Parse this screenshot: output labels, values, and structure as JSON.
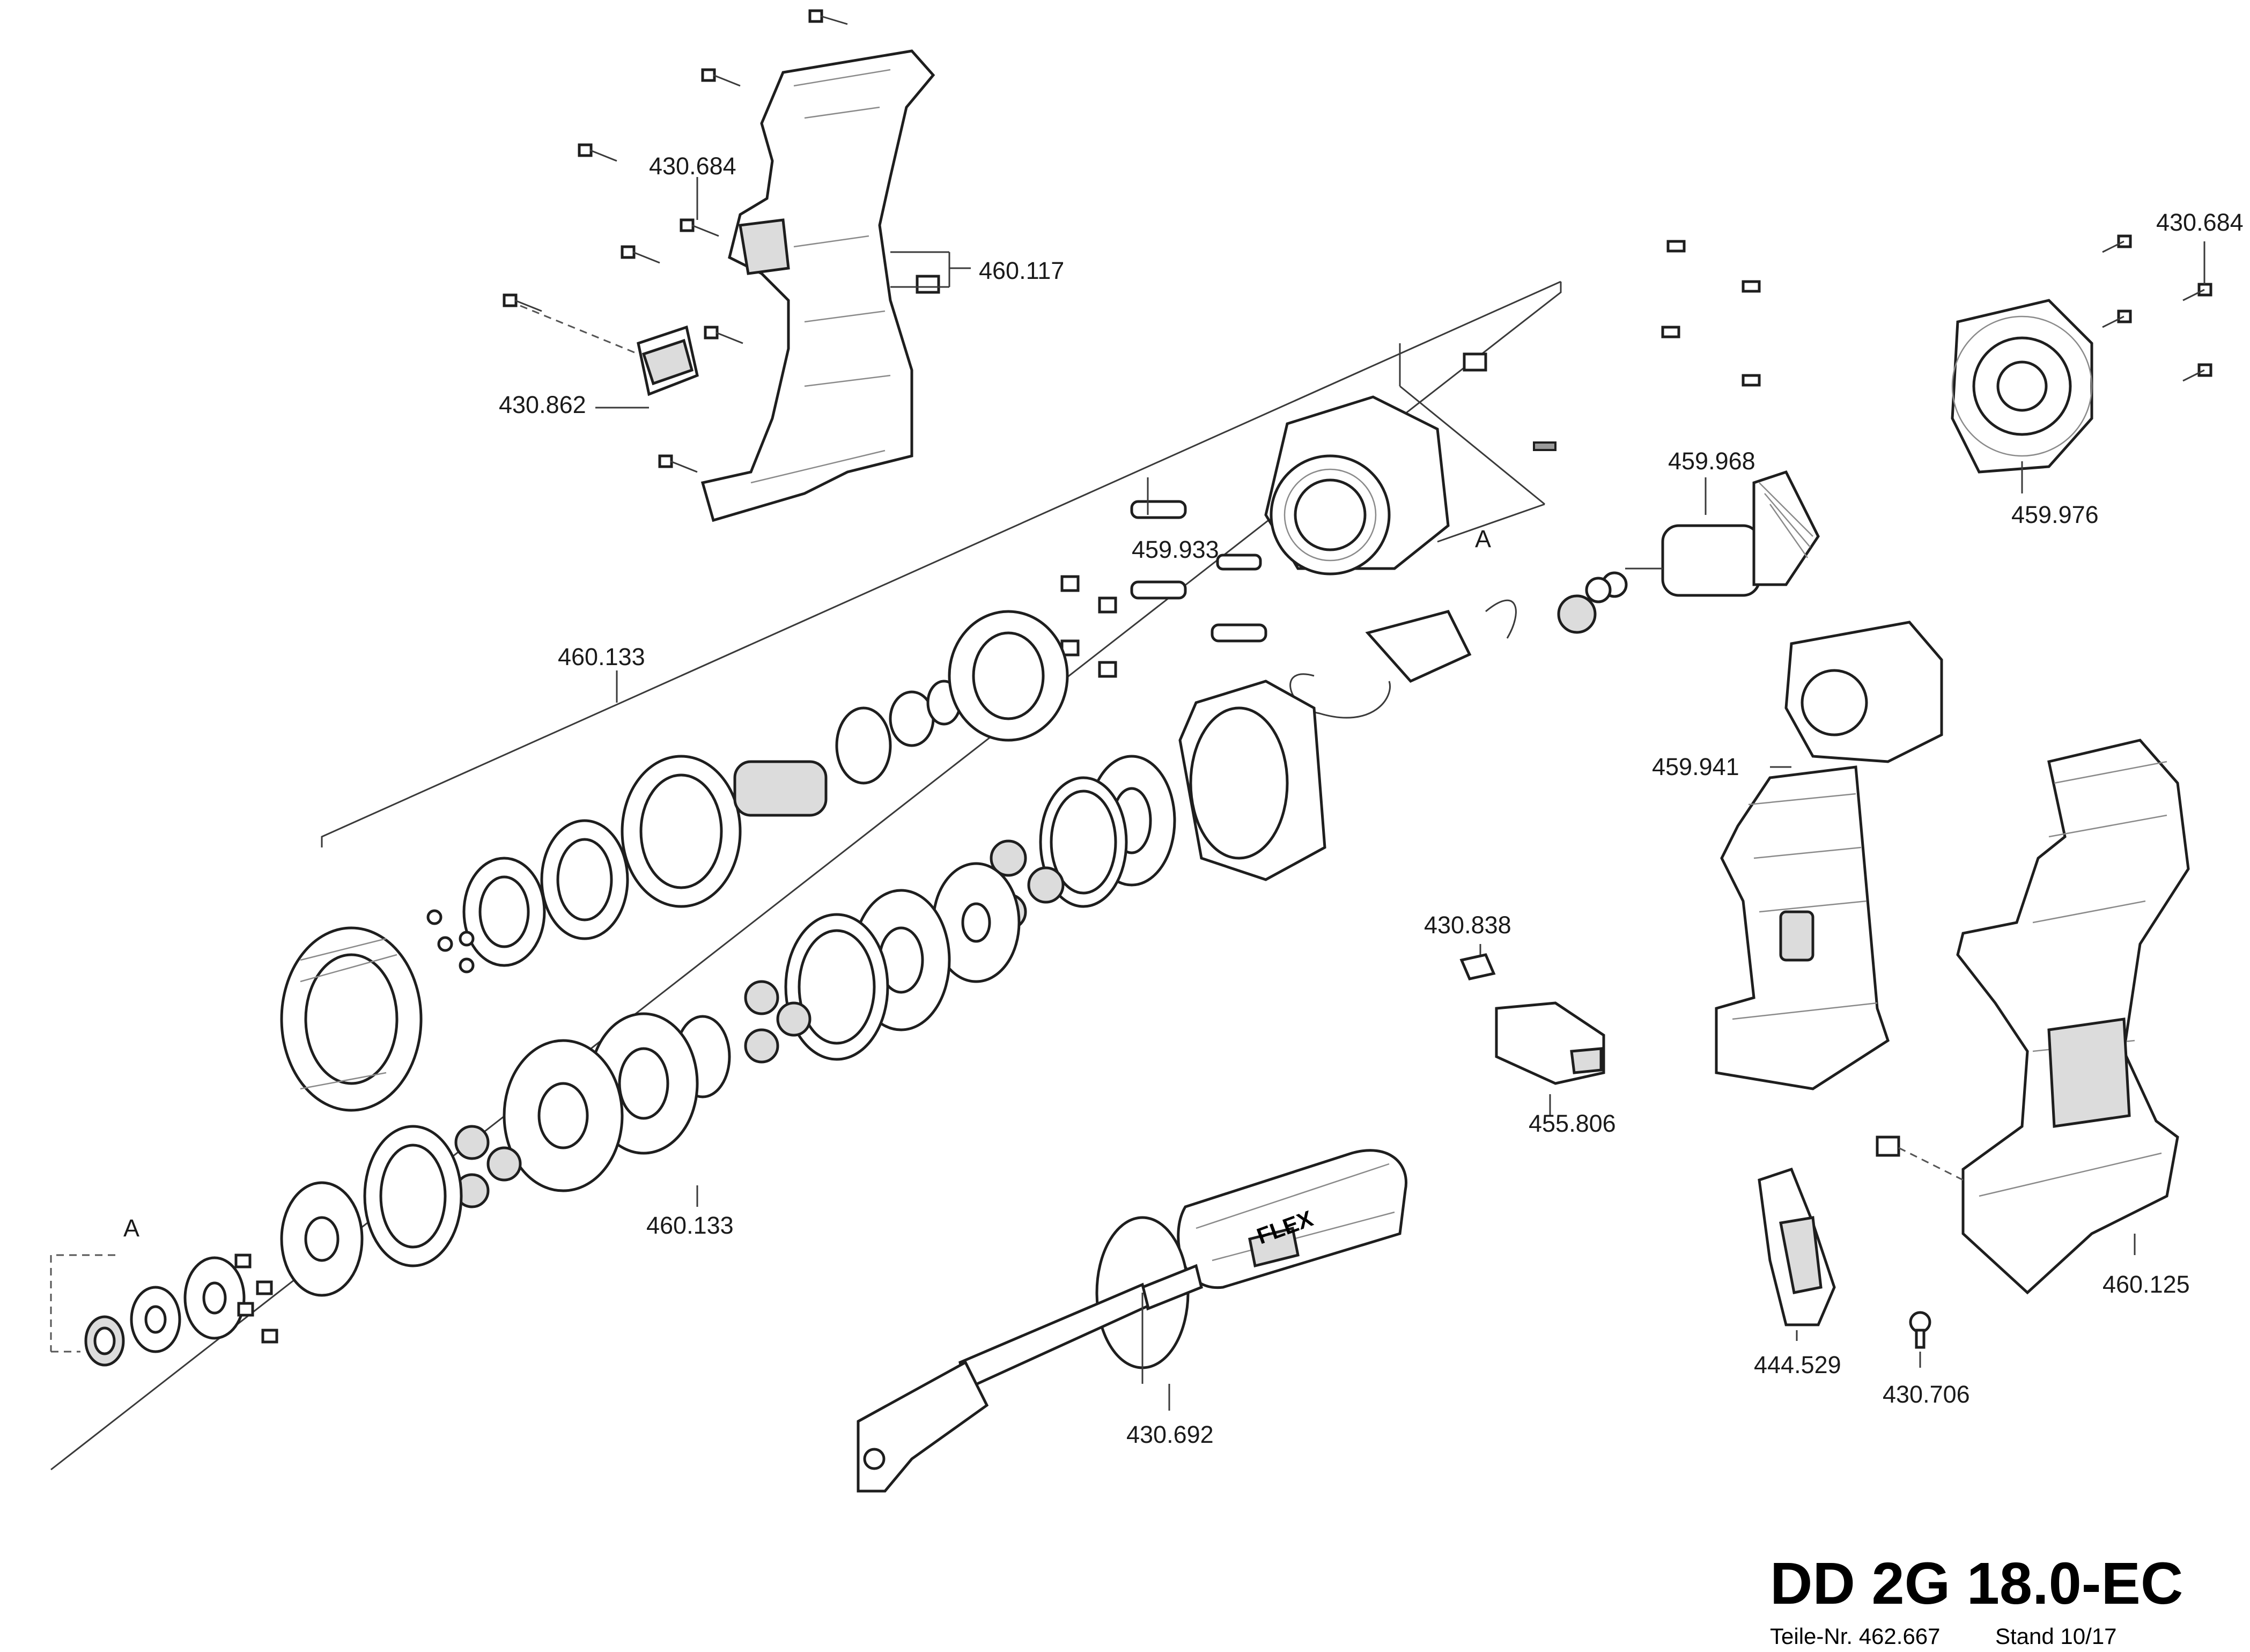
{
  "title": "DD 2G 18.0-EC",
  "subtitle": {
    "part_number": "Teile-Nr. 462.667",
    "revision": "Stand 10/17"
  },
  "labels": {
    "l430684a": "430.684",
    "l460117": "460.117",
    "l430862": "430.862",
    "l430684b": "430.684",
    "l459976": "459.976",
    "l459968": "459.968",
    "l459933": "459.933",
    "lA1": "A",
    "l460133a": "460.133",
    "l459941": "459.941",
    "l430838": "430.838",
    "l455806": "455.806",
    "l460133b": "460.133",
    "lA2": "A",
    "l460125": "460.125",
    "l444529": "444.529",
    "l430706": "430.706",
    "l430692": "430.692"
  },
  "handle_logo": "FLEX",
  "colors": {
    "line": "#1e1e1e",
    "background": "#ffffff"
  }
}
